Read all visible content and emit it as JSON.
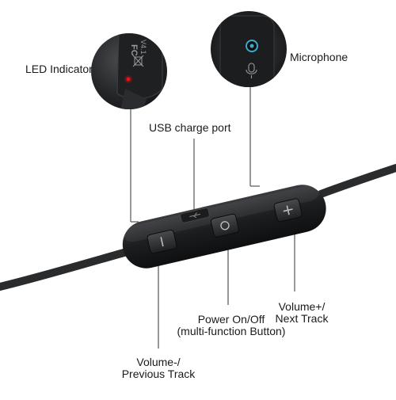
{
  "labels": {
    "led_indicator": "LED Indicator",
    "microphone": "Microphone",
    "usb_charge_port": "USB charge port",
    "volume_minus": [
      "Volume-/",
      "Previous Track"
    ],
    "power": [
      "Power On/Off",
      "(multi-function Button)"
    ],
    "volume_plus": [
      "Volume+/",
      "Next Track"
    ]
  },
  "product_markings": {
    "version": "V4.1",
    "cert": "FC"
  },
  "colors": {
    "body": "#1d1e20",
    "cable": "#2a2b2d",
    "led": "#e8101a",
    "mic_ring": "#3fa9c9",
    "leader_line": "#555555"
  },
  "icons": [
    "led-dot-icon",
    "microphone-icon",
    "usb-icon",
    "minus-icon",
    "power-icon",
    "plus-icon"
  ]
}
